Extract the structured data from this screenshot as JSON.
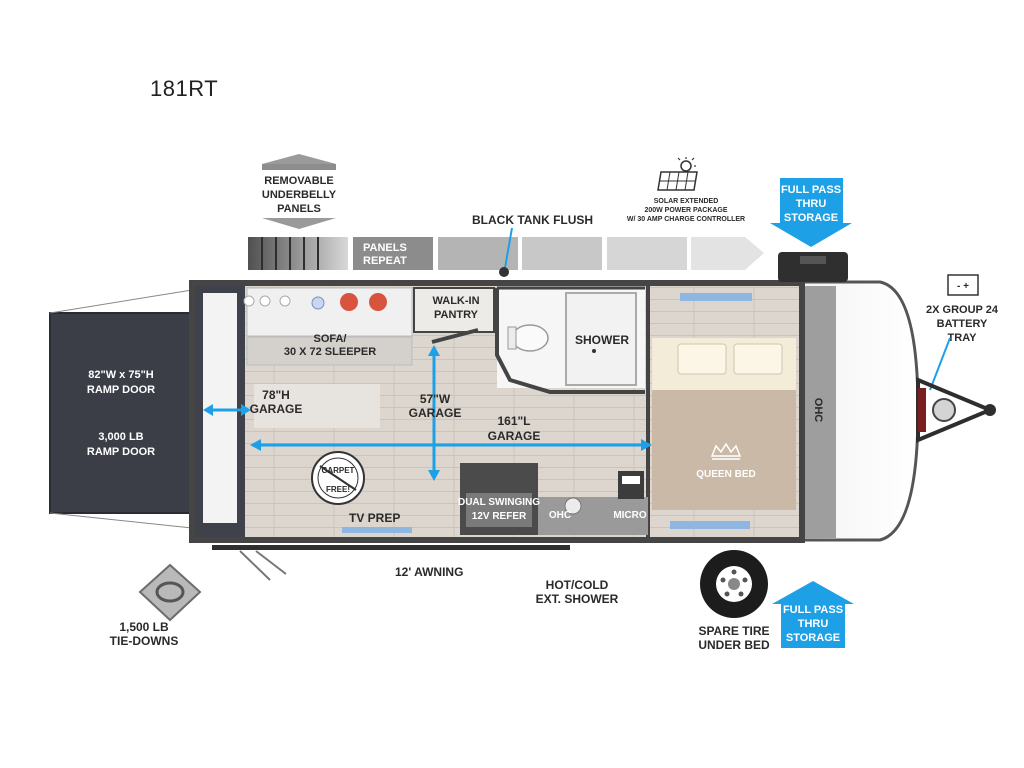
{
  "model": "181RT",
  "labels": {
    "removable_underbelly": [
      "REMOVABLE",
      "UNDERBELLY",
      "PANELS"
    ],
    "panels_repeat": [
      "PANELS",
      "REPEAT"
    ],
    "black_tank_flush": "BLACK TANK FLUSH",
    "solar": [
      "SOLAR EXTENDED",
      "200W POWER PACKAGE",
      "W/ 30 AMP CHARGE CONTROLLER"
    ],
    "full_pass_top": [
      "FULL PASS",
      "THRU",
      "STORAGE"
    ],
    "full_pass_bottom": [
      "FULL PASS",
      "THRU",
      "STORAGE"
    ],
    "battery": [
      "2X GROUP 24",
      "BATTERY",
      "TRAY"
    ],
    "battery_symbol": "-  +",
    "ramp_door_size": [
      "82\"W x 75\"H",
      "RAMP DOOR"
    ],
    "ramp_door_weight": [
      "3,000 LB",
      "RAMP DOOR"
    ],
    "walk_in_pantry": [
      "WALK-IN",
      "PANTRY"
    ],
    "sofa": [
      "SOFA/",
      "30 X 72 SLEEPER"
    ],
    "shower": "SHOWER",
    "garage_height": [
      "78\"H",
      "GARAGE"
    ],
    "garage_width": [
      "57\"W",
      "GARAGE"
    ],
    "garage_length": [
      "161\"L",
      "GARAGE"
    ],
    "ohc_front": "OHC",
    "queen_bed": "QUEEN BED",
    "carpet_free": [
      "CARPET",
      "FREE!"
    ],
    "tv_prep": "TV PREP",
    "refer": [
      "DUAL SWINGING",
      "12V REFER"
    ],
    "ohc_galley": "OHC",
    "micro": "MICRO",
    "awning": "12' AWNING",
    "ext_shower": [
      "HOT/COLD",
      "EXT. SHOWER"
    ],
    "tie_downs": [
      "1,500 LB",
      "TIE-DOWNS"
    ],
    "spare_tire": [
      "SPARE TIRE",
      "UNDER BED"
    ]
  },
  "colors": {
    "accent_blue": "#1ea0e6",
    "wall_dark": "#4a4a4a",
    "floor": "#ddd8d2",
    "ramp": "#3b3e47",
    "bed_carpet": "#c9b9a6"
  }
}
